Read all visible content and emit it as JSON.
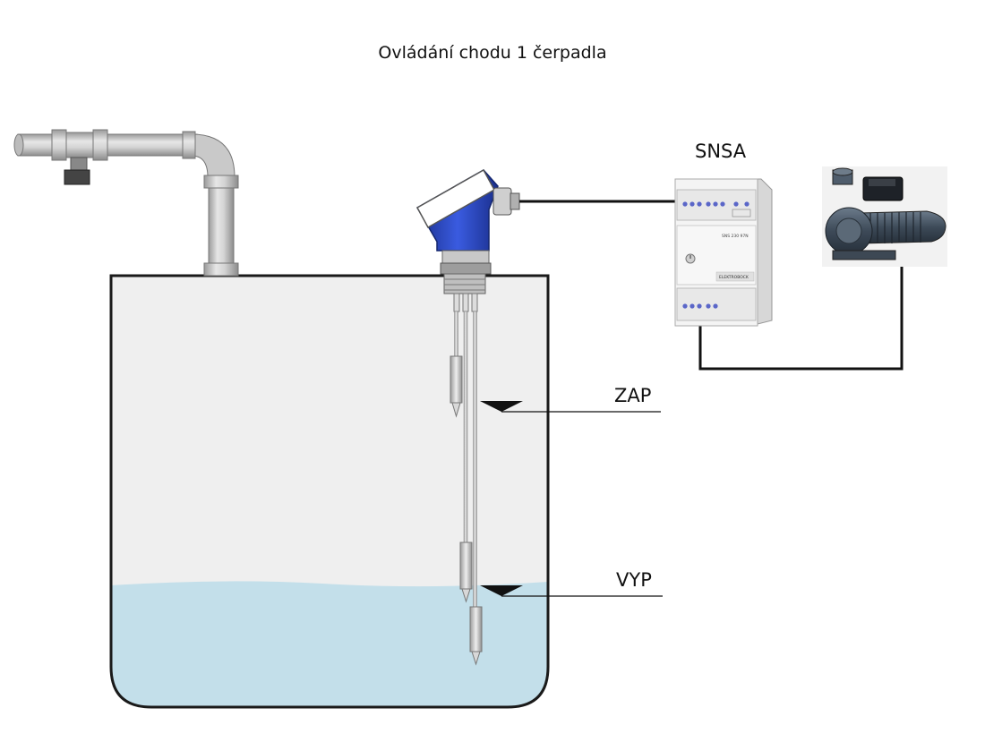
{
  "title": "Ovládání chodu 1 čerpadla",
  "labels": {
    "controller": "SNSA",
    "level_on": "ZAP",
    "level_off": "VYP"
  },
  "controller_panel": {
    "model": "SNS 230 97N",
    "brand": "ELEKTROBOCK"
  },
  "colors": {
    "tank_fill": "#efefef",
    "tank_outline": "#1a1a1a",
    "water": "#c3dfea",
    "sensor_head": "#1f3fae",
    "pipe": "#c9c9c9",
    "line": "#111111"
  },
  "icons": [
    "pipe-icon",
    "level-sensor-icon",
    "controller-icon",
    "pump-icon"
  ]
}
